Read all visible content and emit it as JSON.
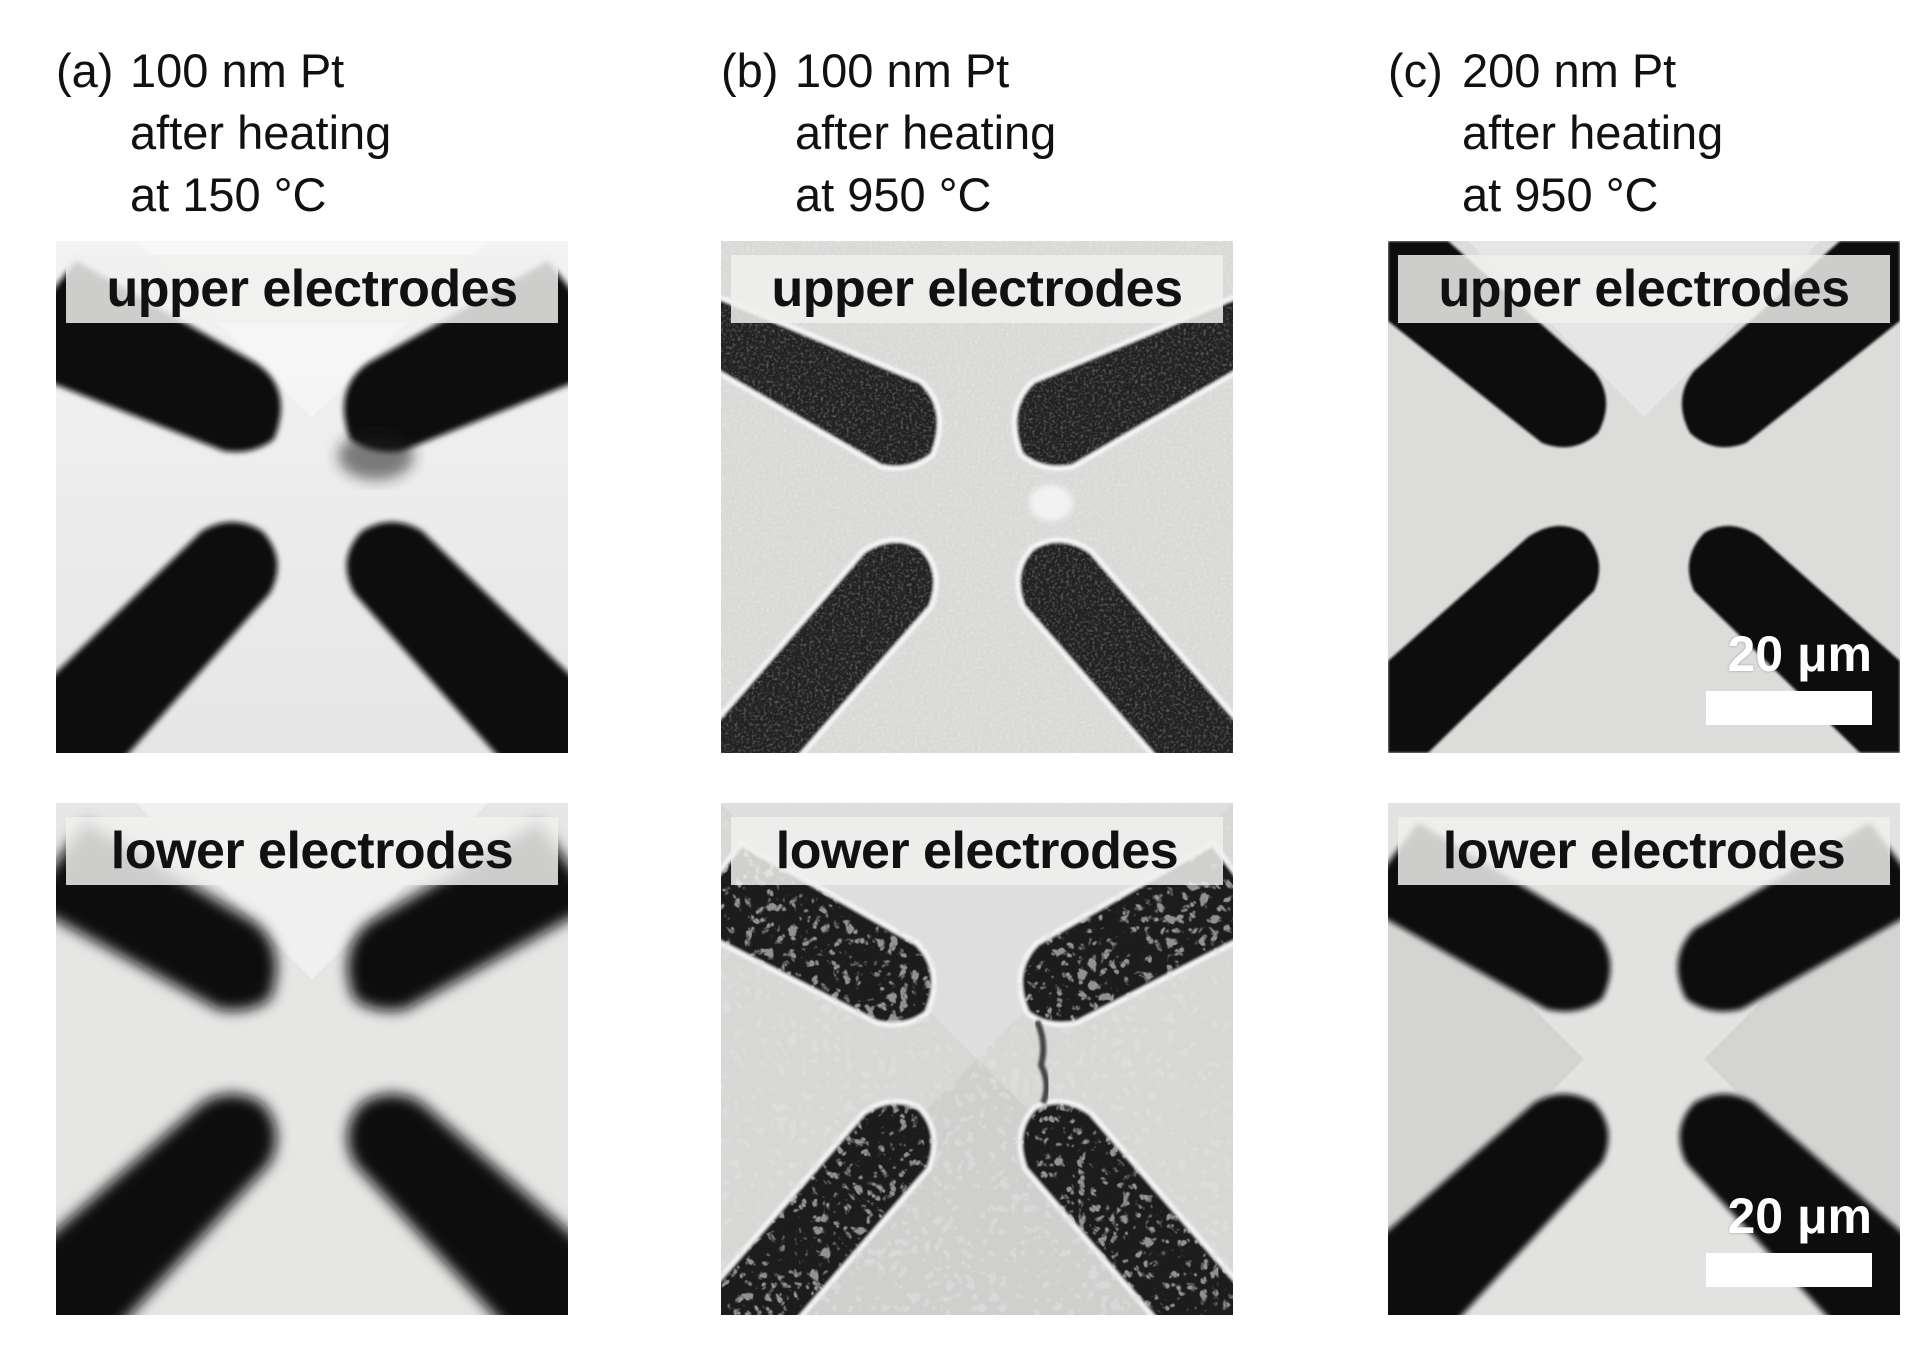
{
  "columns": [
    {
      "tag": "(a)",
      "line1": "100 nm Pt",
      "line2": "after heating",
      "line3": "at 150 °C"
    },
    {
      "tag": "(b)",
      "line1": "100 nm Pt",
      "line2": "after heating",
      "line3": "at 950 °C"
    },
    {
      "tag": "(c)",
      "line1": "200 nm Pt",
      "line2": "after heating",
      "line3": "at 950 °C"
    }
  ],
  "labels": {
    "upper": "upper electrodes",
    "lower": "lower electrodes"
  },
  "scale_bar": "20 μm"
}
